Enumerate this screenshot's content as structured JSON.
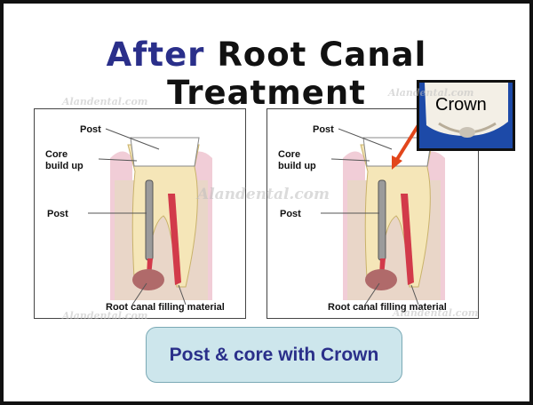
{
  "title": {
    "accent": "After",
    "rest": "Root Canal Treatment"
  },
  "left_panel": {
    "post_top": "Post",
    "core_build_up": "Core\nbuild up",
    "post_side": "Post",
    "filling": "Root canal filling material"
  },
  "right_panel": {
    "post_top": "Post",
    "core_build_up": "Core\nbuild up",
    "post_side": "Post",
    "filling": "Root canal filling material"
  },
  "crown_inset": {
    "label": "Crown"
  },
  "caption": "Post & core with Crown",
  "watermark": "Alandental.com",
  "colors": {
    "title_accent": "#2a2f8a",
    "arrow": "#e2461b",
    "caption_bg": "#cde6ec",
    "crown_bg": "#1d4aa8"
  }
}
